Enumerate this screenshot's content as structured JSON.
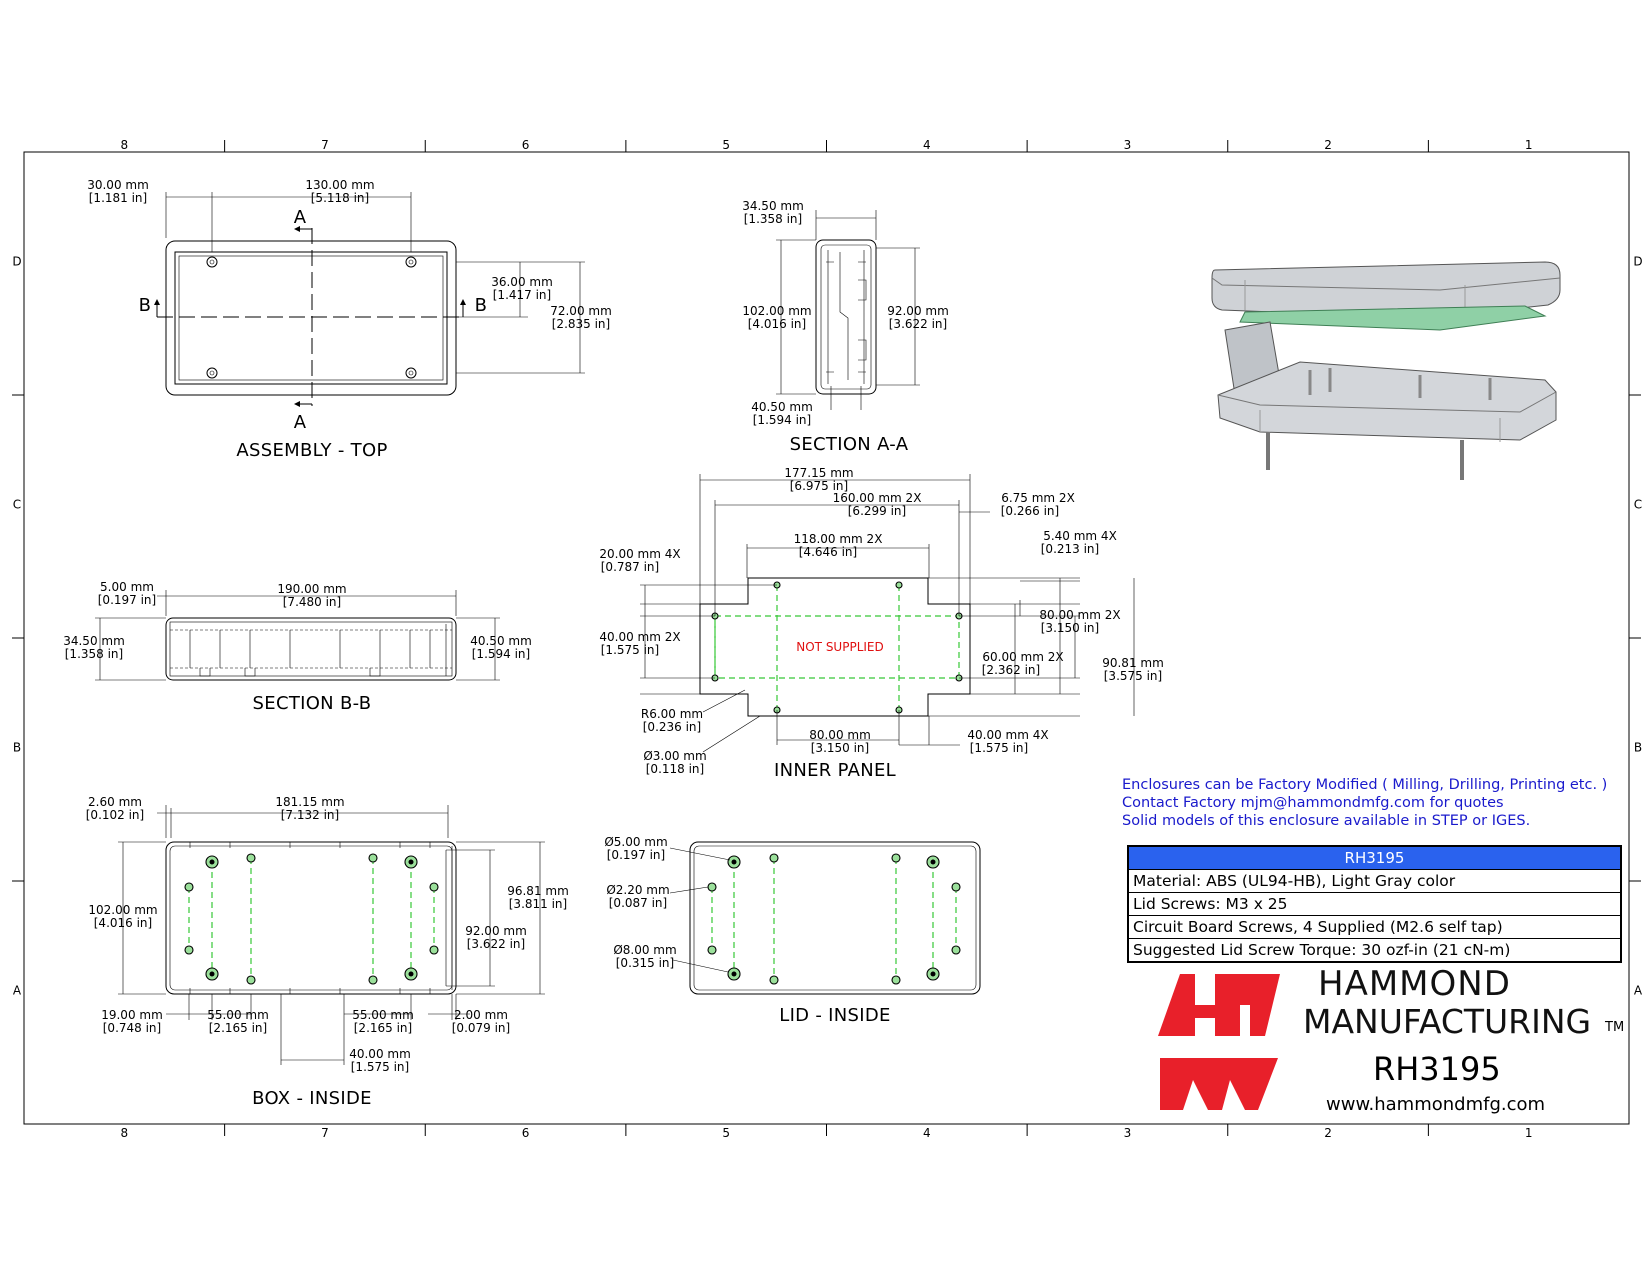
{
  "drawing": {
    "zone_columns": [
      "8",
      "7",
      "6",
      "5",
      "4",
      "3",
      "2",
      "1"
    ],
    "zone_rows": [
      "D",
      "C",
      "B",
      "A"
    ],
    "views": {
      "assembly_top": "ASSEMBLY - TOP",
      "section_aa": "SECTION A-A",
      "section_bb": "SECTION B-B",
      "inner_panel": "INNER PANEL",
      "box_inside": "BOX - INSIDE",
      "lid_inside": "LID - INSIDE"
    },
    "section_marks": {
      "a": "A",
      "b": "B"
    },
    "not_supplied": "NOT SUPPLIED",
    "dims": {
      "at_30": [
        "30.00 mm",
        "[1.181 in]"
      ],
      "at_130": [
        "130.00 mm",
        "[5.118 in]"
      ],
      "at_36": [
        "36.00 mm",
        "[1.417 in]"
      ],
      "at_72": [
        "72.00 mm",
        "[2.835 in]"
      ],
      "aa_345": [
        "34.50 mm",
        "[1.358 in]"
      ],
      "aa_102": [
        "102.00 mm",
        "[4.016 in]"
      ],
      "aa_92": [
        "92.00 mm",
        "[3.622 in]"
      ],
      "aa_405": [
        "40.50 mm",
        "[1.594 in]"
      ],
      "bb_5": [
        "5.00 mm",
        "[0.197 in]"
      ],
      "bb_190": [
        "190.00 mm",
        "[7.480 in]"
      ],
      "bb_345": [
        "34.50 mm",
        "[1.358 in]"
      ],
      "bb_405": [
        "40.50 mm",
        "[1.594 in]"
      ],
      "ip_17715": [
        "177.15 mm",
        "[6.975 in]"
      ],
      "ip_160": [
        "160.00 mm 2X",
        "[6.299 in]"
      ],
      "ip_675": [
        "6.75 mm  2X",
        "[0.266 in]"
      ],
      "ip_118": [
        "118.00 mm 2X",
        "[4.646 in]"
      ],
      "ip_54": [
        "5.40 mm  4X",
        "[0.213 in]"
      ],
      "ip_20": [
        "20.00 mm 4X",
        "[0.787 in]"
      ],
      "ip_40l": [
        "40.00 mm 2X",
        "[1.575 in]"
      ],
      "ip_80r": [
        "80.00 mm 2X",
        "[3.150 in]"
      ],
      "ip_60": [
        "60.00 mm 2X",
        "[2.362 in]"
      ],
      "ip_9081": [
        "90.81 mm",
        "[3.575 in]"
      ],
      "ip_r6": [
        "R6.00 mm",
        "[0.236 in]"
      ],
      "ip_d3": [
        "Ø3.00 mm",
        "[0.118 in]"
      ],
      "ip_80b": [
        "80.00 mm",
        "[3.150 in]"
      ],
      "ip_40b": [
        "40.00 mm 4X",
        "[1.575 in]"
      ],
      "bi_26": [
        "2.60 mm",
        "[0.102 in]"
      ],
      "bi_18115": [
        "181.15 mm",
        "[7.132 in]"
      ],
      "bi_102": [
        "102.00 mm",
        "[4.016 in]"
      ],
      "bi_9681": [
        "96.81 mm",
        "[3.811 in]"
      ],
      "bi_92": [
        "92.00 mm",
        "[3.622 in]"
      ],
      "bi_19": [
        "19.00 mm",
        "[0.748 in]"
      ],
      "bi_55a": [
        "55.00 mm",
        "[2.165 in]"
      ],
      "bi_55b": [
        "55.00 mm",
        "[2.165 in]"
      ],
      "bi_2": [
        "2.00 mm",
        "[0.079 in]"
      ],
      "bi_40": [
        "40.00 mm",
        "[1.575 in]"
      ],
      "li_d5": [
        "Ø5.00 mm",
        "[0.197 in]"
      ],
      "li_d22": [
        "Ø2.20 mm",
        "[0.087 in]"
      ],
      "li_d8": [
        "Ø8.00 mm",
        "[0.315 in]"
      ]
    }
  },
  "notes": [
    "Enclosures can be Factory Modified ( Milling, Drilling, Printing etc. )",
    "Contact Factory mjm@hammondmfg.com for quotes",
    "Solid models of this enclosure available in STEP or IGES."
  ],
  "spec_table": {
    "header": "RH3195",
    "rows": [
      "Material: ABS (UL94-HB),  Light Gray color",
      "Lid Screws: M3 x 25",
      "Circuit Board Screws, 4 Supplied (M2.6 self tap)",
      "Suggested Lid Screw Torque: 30 ozf-in (21 cN-m)"
    ]
  },
  "brand": {
    "line1": "HAMMOND",
    "line2": "MANUFACTURING",
    "tm": "TM",
    "part": "RH3195",
    "website": "www.hammondmfg.com",
    "logo_color": "#e8202a"
  },
  "colors": {
    "accent": "#2a62ee",
    "note_text": "#1a1acc",
    "hole_fill": "#9be09b",
    "centerline": "#37c837",
    "warning": "#e01010"
  }
}
